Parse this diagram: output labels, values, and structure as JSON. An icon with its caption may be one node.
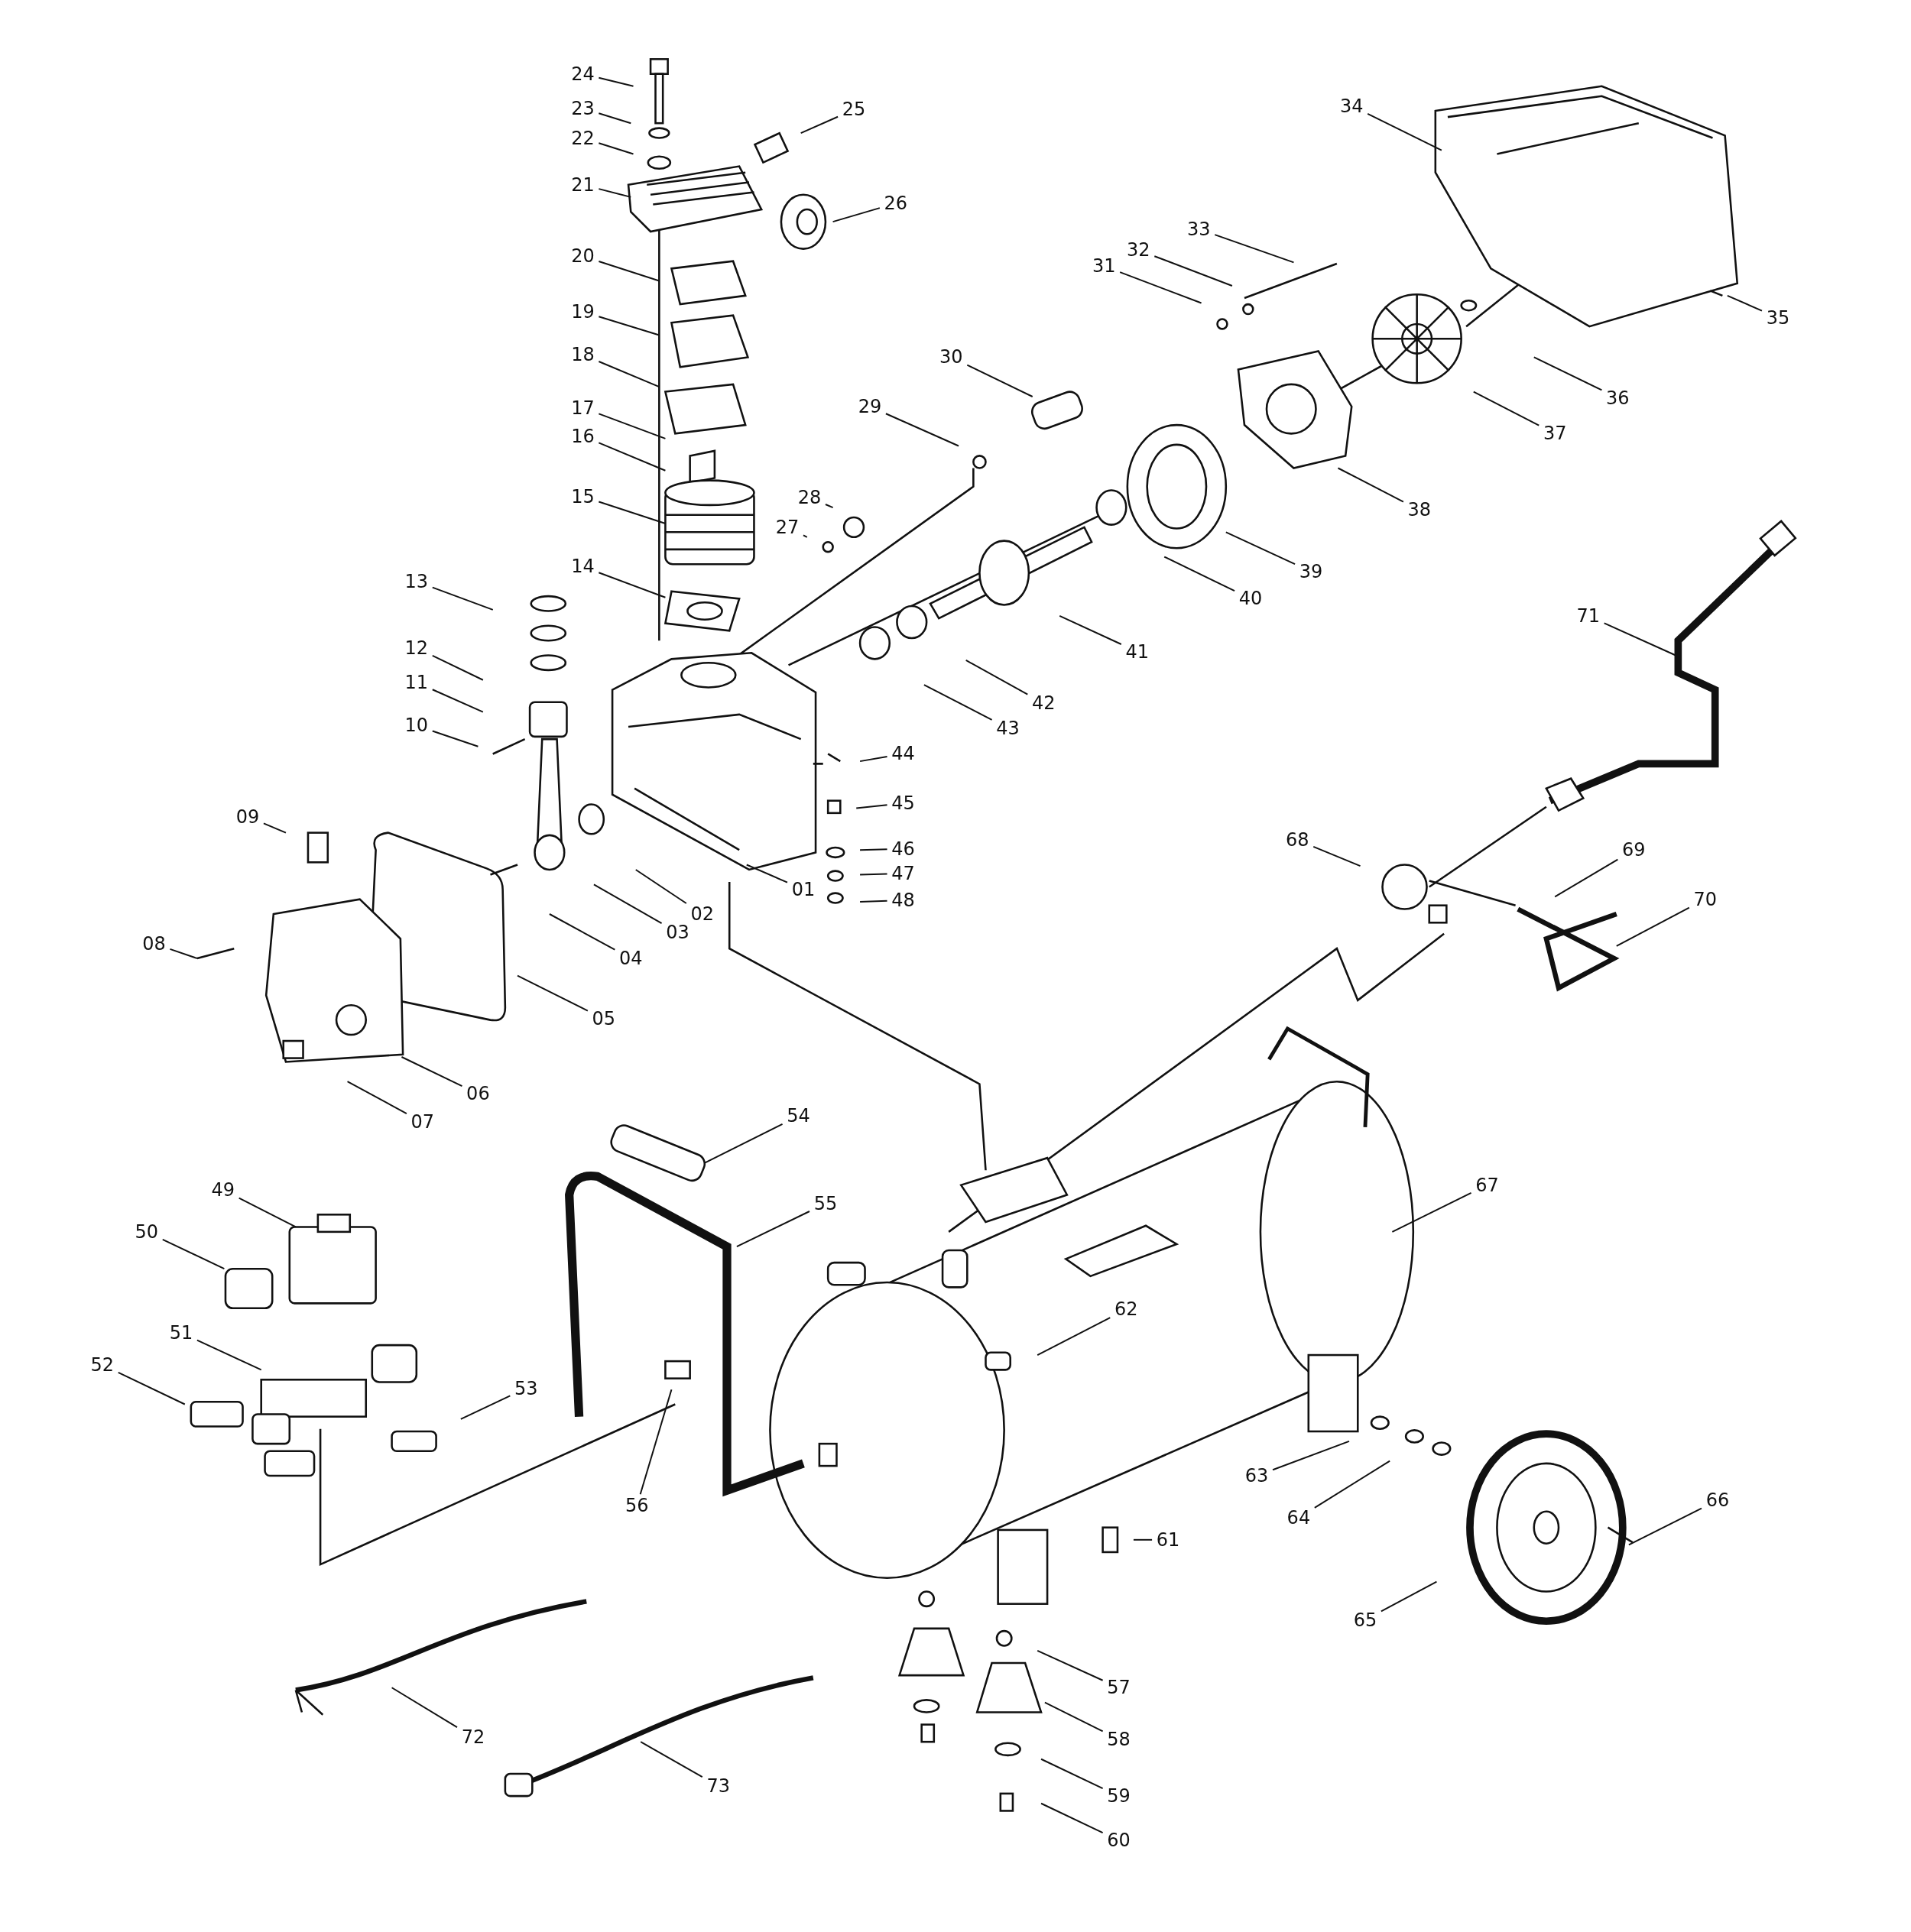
{
  "diagram": {
    "nodes": [
      {
        "text": [
          "24"
        ]
      },
      {
        "text": [
          "23"
        ]
      },
      {
        "text": [
          "22"
        ]
      },
      {
        "text": [
          "25"
        ]
      },
      {
        "text": [
          "34"
        ]
      },
      {
        "text": [
          "21"
        ]
      },
      {
        "text": [
          "26"
        ]
      },
      {
        "text": [
          "33"
        ]
      },
      {
        "text": [
          "32"
        ]
      },
      {
        "text": [
          "20"
        ]
      },
      {
        "text": [
          "31"
        ]
      },
      {
        "text": [
          "19"
        ]
      },
      {
        "text": [
          "35"
        ]
      },
      {
        "text": [
          "18"
        ]
      },
      {
        "text": [
          "30"
        ]
      },
      {
        "text": [
          "36"
        ]
      },
      {
        "text": [
          "17"
        ]
      },
      {
        "text": [
          "29"
        ]
      },
      {
        "text": [
          "37"
        ]
      },
      {
        "text": [
          "16"
        ]
      },
      {
        "text": [
          "15"
        ]
      },
      {
        "text": [
          "28"
        ]
      },
      {
        "text": [
          "38"
        ]
      },
      {
        "text": [
          "27"
        ]
      },
      {
        "text": [
          "14"
        ]
      },
      {
        "text": [
          "39"
        ]
      },
      {
        "text": [
          "13"
        ]
      },
      {
        "text": [
          "40"
        ]
      },
      {
        "text": [
          "71"
        ]
      },
      {
        "text": [
          "12"
        ]
      },
      {
        "text": [
          "41"
        ]
      },
      {
        "text": [
          "11"
        ]
      },
      {
        "text": [
          "42"
        ]
      },
      {
        "text": [
          "10"
        ]
      },
      {
        "text": [
          "43"
        ]
      },
      {
        "text": [
          "44"
        ]
      },
      {
        "text": [
          "45"
        ]
      },
      {
        "text": [
          "09"
        ]
      },
      {
        "text": [
          "68"
        ]
      },
      {
        "text": [
          "46"
        ]
      },
      {
        "text": [
          "69"
        ]
      },
      {
        "text": [
          "47"
        ]
      },
      {
        "text": [
          "01"
        ]
      },
      {
        "text": [
          "48"
        ]
      },
      {
        "text": [
          "70"
        ]
      },
      {
        "text": [
          "02"
        ]
      },
      {
        "text": [
          "03"
        ]
      },
      {
        "text": [
          "08"
        ]
      },
      {
        "text": [
          "04"
        ]
      },
      {
        "text": [
          "05"
        ]
      },
      {
        "text": [
          "06"
        ]
      },
      {
        "text": [
          "54"
        ]
      },
      {
        "text": [
          "07"
        ]
      },
      {
        "text": [
          "67"
        ]
      },
      {
        "text": [
          "49"
        ]
      },
      {
        "text": [
          "55"
        ]
      },
      {
        "text": [
          "50"
        ]
      },
      {
        "text": [
          "62"
        ]
      },
      {
        "text": [
          "51"
        ]
      },
      {
        "text": [
          "52"
        ]
      },
      {
        "text": [
          "53"
        ]
      },
      {
        "text": [
          "63"
        ]
      },
      {
        "text": [
          "66"
        ]
      },
      {
        "text": [
          "56"
        ]
      },
      {
        "text": [
          "64"
        ]
      },
      {
        "text": [
          "61"
        ]
      },
      {
        "text": [
          "65"
        ]
      },
      {
        "text": [
          "57"
        ]
      },
      {
        "text": [
          "72"
        ]
      },
      {
        "text": [
          "58"
        ]
      },
      {
        "text": [
          "73"
        ]
      },
      {
        "text": [
          "59"
        ]
      },
      {
        "text": [
          "60"
        ]
      }
    ],
    "edges": [
      {
        "from": 0,
        "to": null,
        "arrow": "none"
      },
      {
        "from": 1,
        "to": null,
        "arrow": "none"
      },
      {
        "from": 2,
        "to": null,
        "arrow": "none"
      },
      {
        "from": 3,
        "to": null,
        "arrow": "none"
      },
      {
        "from": 4,
        "to": null,
        "arrow": "none"
      },
      {
        "from": 5,
        "to": null,
        "arrow": "none"
      },
      {
        "from": 6,
        "to": null,
        "arrow": "none"
      },
      {
        "from": 7,
        "to": null,
        "arrow": "none"
      },
      {
        "from": 8,
        "to": null,
        "arrow": "none"
      },
      {
        "from": 9,
        "to": null,
        "arrow": "none"
      },
      {
        "from": 10,
        "to": null,
        "arrow": "none"
      },
      {
        "from": 11,
        "to": null,
        "arrow": "none"
      },
      {
        "from": 12,
        "to": null,
        "arrow": "none"
      },
      {
        "from": 13,
        "to": null,
        "arrow": "none"
      },
      {
        "from": 14,
        "to": null,
        "arrow": "none"
      },
      {
        "from": 15,
        "to": null,
        "arrow": "none"
      },
      {
        "from": 16,
        "to": null,
        "arrow": "none"
      },
      {
        "from": 17,
        "to": null,
        "arrow": "none"
      },
      {
        "from": 18,
        "to": null,
        "arrow": "none"
      },
      {
        "from": 19,
        "to": null,
        "arrow": "none"
      },
      {
        "from": 20,
        "to": null,
        "arrow": "none"
      },
      {
        "from": 21,
        "to": null,
        "arrow": "none"
      },
      {
        "from": 22,
        "to": null,
        "arrow": "none"
      },
      {
        "from": 23,
        "to": null,
        "arrow": "none"
      },
      {
        "from": 24,
        "to": null,
        "arrow": "none"
      },
      {
        "from": 25,
        "to": null,
        "arrow": "none"
      },
      {
        "from": 26,
        "to": null,
        "arrow": "none"
      },
      {
        "from": 27,
        "to": null,
        "arrow": "none"
      },
      {
        "from": 28,
        "to": null,
        "arrow": "none"
      },
      {
        "from": 29,
        "to": null,
        "arrow": "none"
      },
      {
        "from": 30,
        "to": null,
        "arrow": "none"
      },
      {
        "from": 31,
        "to": null,
        "arrow": "none"
      },
      {
        "from": 32,
        "to": null,
        "arrow": "none"
      },
      {
        "from": 33,
        "to": null,
        "arrow": "none"
      },
      {
        "from": 34,
        "to": null,
        "arrow": "none"
      },
      {
        "from": 35,
        "to": null,
        "arrow": "none"
      },
      {
        "from": 36,
        "to": null,
        "arrow": "none"
      },
      {
        "from": 37,
        "to": null,
        "arrow": "none"
      },
      {
        "from": 38,
        "to": null,
        "arrow": "none"
      },
      {
        "from": 39,
        "to": null,
        "arrow": "none"
      },
      {
        "from": 40,
        "to": null,
        "arrow": "none"
      },
      {
        "from": 41,
        "to": null,
        "arrow": "none"
      },
      {
        "from": 42,
        "to": null,
        "arrow": "none"
      },
      {
        "from": 43,
        "to": null,
        "arrow": "none"
      },
      {
        "from": 44,
        "to": null,
        "arrow": "none"
      },
      {
        "from": 45,
        "to": null,
        "arrow": "none"
      },
      {
        "from": 46,
        "to": null,
        "arrow": "none"
      },
      {
        "from": 47,
        "to": null,
        "arrow": "none"
      },
      {
        "from": 48,
        "to": null,
        "arrow": "none"
      },
      {
        "from": 49,
        "to": null,
        "arrow": "none"
      },
      {
        "from": 50,
        "to": null,
        "arrow": "none"
      },
      {
        "from": 51,
        "to": null,
        "arrow": "none"
      },
      {
        "from": 52,
        "to": null,
        "arrow": "none"
      },
      {
        "from": 53,
        "to": null,
        "arrow": "none"
      },
      {
        "from": 54,
        "to": null,
        "arrow": "none"
      },
      {
        "from": 55,
        "to": null,
        "arrow": "none"
      },
      {
        "from": 56,
        "to": null,
        "arrow": "none"
      },
      {
        "from": 57,
        "to": null,
        "arrow": "none"
      },
      {
        "from": 58,
        "to": null,
        "arrow": "none"
      },
      {
        "from": 59,
        "to": null,
        "arrow": "none"
      },
      {
        "from": 60,
        "to": null,
        "arrow": "none"
      },
      {
        "from": 61,
        "to": null,
        "arrow": "none"
      },
      {
        "from": 62,
        "to": null,
        "arrow": "none"
      },
      {
        "from": 63,
        "to": null,
        "arrow": "none"
      },
      {
        "from": 64,
        "to": null,
        "arrow": "none"
      },
      {
        "from": 65,
        "to": null,
        "arrow": "none"
      },
      {
        "from": 66,
        "to": null,
        "arrow": "none"
      },
      {
        "from": 67,
        "to": null,
        "arrow": "none"
      },
      {
        "from": 68,
        "to": null,
        "arrow": "none"
      },
      {
        "from": 69,
        "to": null,
        "arrow": "none"
      },
      {
        "from": 70,
        "to": null,
        "arrow": "none"
      },
      {
        "from": 71,
        "to": null,
        "arrow": "none"
      },
      {
        "from": 72,
        "to": null,
        "arrow": "none"
      }
    ]
  }
}
